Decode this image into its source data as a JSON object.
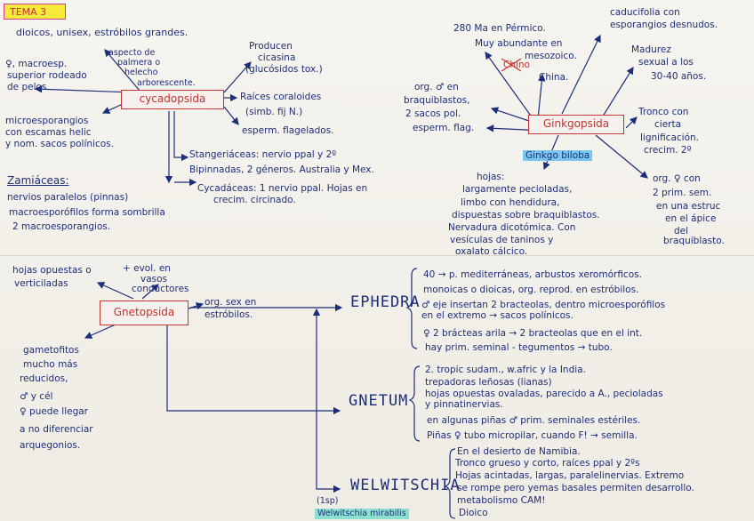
{
  "tema": "TEMA 3",
  "cycadopsida": {
    "label": "cycadopsida",
    "top_left": "dioicos, unisex, estróbilos grandes.",
    "aspecto": [
      "aspecto de",
      "palmera o",
      "helecho",
      "arborescente."
    ],
    "female": [
      "♀, macroesp.",
      "superior rodeado",
      "de pelos"
    ],
    "micro": [
      "microesporangios",
      "con escamas helic",
      "y nom. sacos polínicos."
    ],
    "producen": [
      "Producen",
      "cicasina",
      "(glucósidos tox.)"
    ],
    "raices": [
      "Raíces coraloides",
      "(simb. fij N.)"
    ],
    "esperm": "esperm. flagelados.",
    "stangeriaceas": [
      "Stangeriáceas: nervio ppal y 2º",
      "Bipinnadas, 2 géneros. Australia y Mex."
    ],
    "cycadaceas": [
      "Cycadáceas: 1 nervio ppal. Hojas en",
      "crecim. circinado."
    ],
    "zamiaceas": [
      "Zamiáceas:",
      "nervios paralelos (pinnas)",
      "macroesporófilos forma sombrilla",
      "2 macroesporangios."
    ]
  },
  "ginkgopsida": {
    "label": "Ginkgopsida",
    "species": "Ginkgo biloba",
    "ma": "280 Ma en Pérmico.",
    "abundante": [
      "Muy abundante en",
      "mesozoico."
    ],
    "china_crossed": "Chino",
    "china": "China.",
    "caducifolia": [
      "caducifolia con",
      "esporangios desnudos."
    ],
    "madurez": [
      "Madurez",
      "sexual a los",
      "30-40 años."
    ],
    "org_m": [
      "org. ♂ en",
      "braquiblastos,",
      "2 sacos pol.",
      "esperm. flag."
    ],
    "tronco": [
      "Tronco con",
      "cierta",
      "lignificación.",
      "crecim. 2º"
    ],
    "hojas": [
      "hojas:",
      "largamente pecioladas,",
      "limbo con hendidura,",
      "dispuestas sobre braquiblastos.",
      "Nervadura dicotómica. Con",
      "vesículas de taninos y",
      "oxalato cálcico."
    ],
    "org_f": [
      "org. ♀ con",
      "2 prim. sem.",
      "en una estruc",
      "en el ápice",
      "del",
      "braquiblasto."
    ]
  },
  "gnetopsida": {
    "label": "Gnetopsida",
    "hojas": [
      "hojas opuestas o",
      "verticiladas"
    ],
    "evol": [
      "+ evol. en",
      "vasos",
      "conductores"
    ],
    "org_sex": [
      "org. sex en",
      "estróbilos."
    ],
    "gametofitos": [
      "gametofitos",
      "mucho más",
      "reducidos,",
      "♂ y cél",
      "♀ puede llegar",
      "a no diferenciar",
      "arquegonios."
    ]
  },
  "ephedra": {
    "label": "EPHEDRA",
    "items": [
      "40 → p. mediterráneas, arbustos xeromórficos.",
      "monoicas o dioicas, org. reprod. en estróbilos.",
      "♂ eje insertan 2 bracteolas, dentro microesporófilos",
      "en el extremo → sacos polínicos.",
      "♀ 2 brácteas arila → 2 bracteolas que en el int.",
      "hay prim. seminal - tegumentos → tubo."
    ]
  },
  "gnetum": {
    "label": "GNETUM",
    "items": [
      "2. tropic sudam., w.afric y la India.",
      "trepadoras leñosas (lianas)",
      "hojas opuestas ovaladas, parecido a A., pecioladas",
      "y pinnatinervias.",
      "en algunas piñas ♂ prim. seminales estériles.",
      "Piñas ♀ tubo micropilar, cuando F! → semilla."
    ]
  },
  "welwitschia": {
    "label": "WELWITSCHIA",
    "species_prefix": "(1sp)",
    "species": "Welwitschia mirabilis",
    "items": [
      "En el desierto de Namibia.",
      "Tronco grueso y corto, raíces ppal y 2ºs",
      "Hojas acintadas, largas, paralelinervias. Extremo",
      "se rompe pero yemas basales permiten desarrollo.",
      "metabolismo CAM!",
      "Dioico"
    ]
  }
}
